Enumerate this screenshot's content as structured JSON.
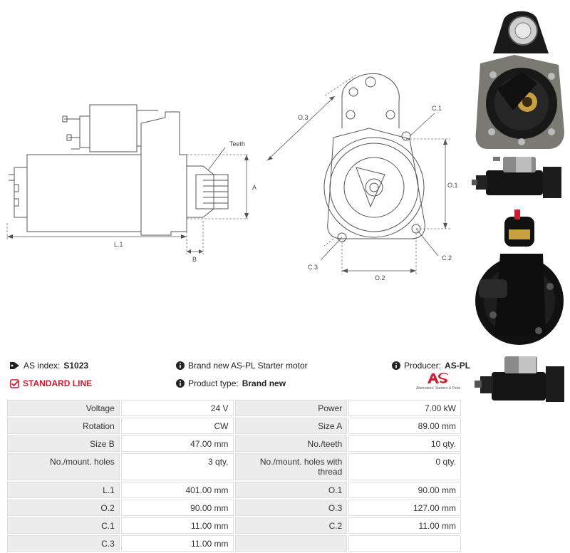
{
  "drawing": {
    "labels": {
      "teeth": "Teeth",
      "a": "A",
      "b": "B",
      "l1": "L.1",
      "o3": "O.3",
      "c1": "C.1",
      "o1": "O.1",
      "c2": "C.2",
      "c3": "C.3",
      "o2": "O.2"
    }
  },
  "info": {
    "as_index_label": "AS index:",
    "as_index_value": "S1023",
    "standard_line": "STANDARD LINE",
    "description": "Brand new AS-PL Starter motor",
    "product_type_label": "Product type:",
    "product_type_value": "Brand new",
    "producer_label": "Producer:",
    "producer_value": "AS-PL"
  },
  "logo": {
    "mark": "AS",
    "tagline": "Alternators, Starters & Parts"
  },
  "specs": [
    {
      "l1": "Voltage",
      "v1": "24 V",
      "l2": "Power",
      "v2": "7.00 kW"
    },
    {
      "l1": "Rotation",
      "v1": "CW",
      "l2": "Size A",
      "v2": "89.00 mm"
    },
    {
      "l1": "Size B",
      "v1": "47.00 mm",
      "l2": "No./teeth",
      "v2": "10 qty."
    },
    {
      "l1": "No./mount. holes",
      "v1": "3 qty.",
      "l2": "No./mount. holes with thread",
      "v2": "0 qty."
    },
    {
      "l1": "L.1",
      "v1": "401.00 mm",
      "l2": "O.1",
      "v2": "90.00 mm"
    },
    {
      "l1": "O.2",
      "v1": "90.00 mm",
      "l2": "O.3",
      "v2": "127.00 mm"
    },
    {
      "l1": "C.1",
      "v1": "11.00 mm",
      "l2": "C.2",
      "v2": "11.00 mm"
    },
    {
      "l1": "C.3",
      "v1": "11.00 mm",
      "l2": "",
      "v2": ""
    }
  ],
  "colors": {
    "accent_red": "#d0192e",
    "label_bg": "#ececec",
    "motor_black": "#141414"
  },
  "icons": [
    "tag-icon",
    "check-square-icon",
    "info-circle-icon"
  ]
}
